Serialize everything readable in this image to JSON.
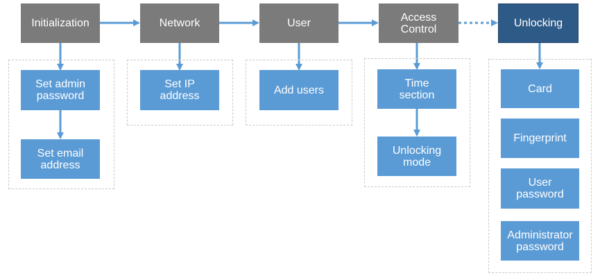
{
  "colors": {
    "step": "#7b7b7b",
    "step_active": "#2e5a87",
    "substep": "#5b9bd5",
    "arrow": "#5b9bd5",
    "group_border": "#c9c9c9"
  },
  "steps": [
    {
      "label": "Initialization",
      "substeps": [
        "Set admin password",
        "Set email address"
      ]
    },
    {
      "label": "Network",
      "substeps": [
        "Set IP address"
      ]
    },
    {
      "label": "User",
      "substeps": [
        "Add users"
      ]
    },
    {
      "label": "Access Control",
      "substeps": [
        "Time section",
        "Unlocking mode"
      ]
    },
    {
      "label": "Unlocking",
      "substeps": [
        "Card",
        "Fingerprint",
        "User password",
        "Administrator password"
      ]
    }
  ]
}
